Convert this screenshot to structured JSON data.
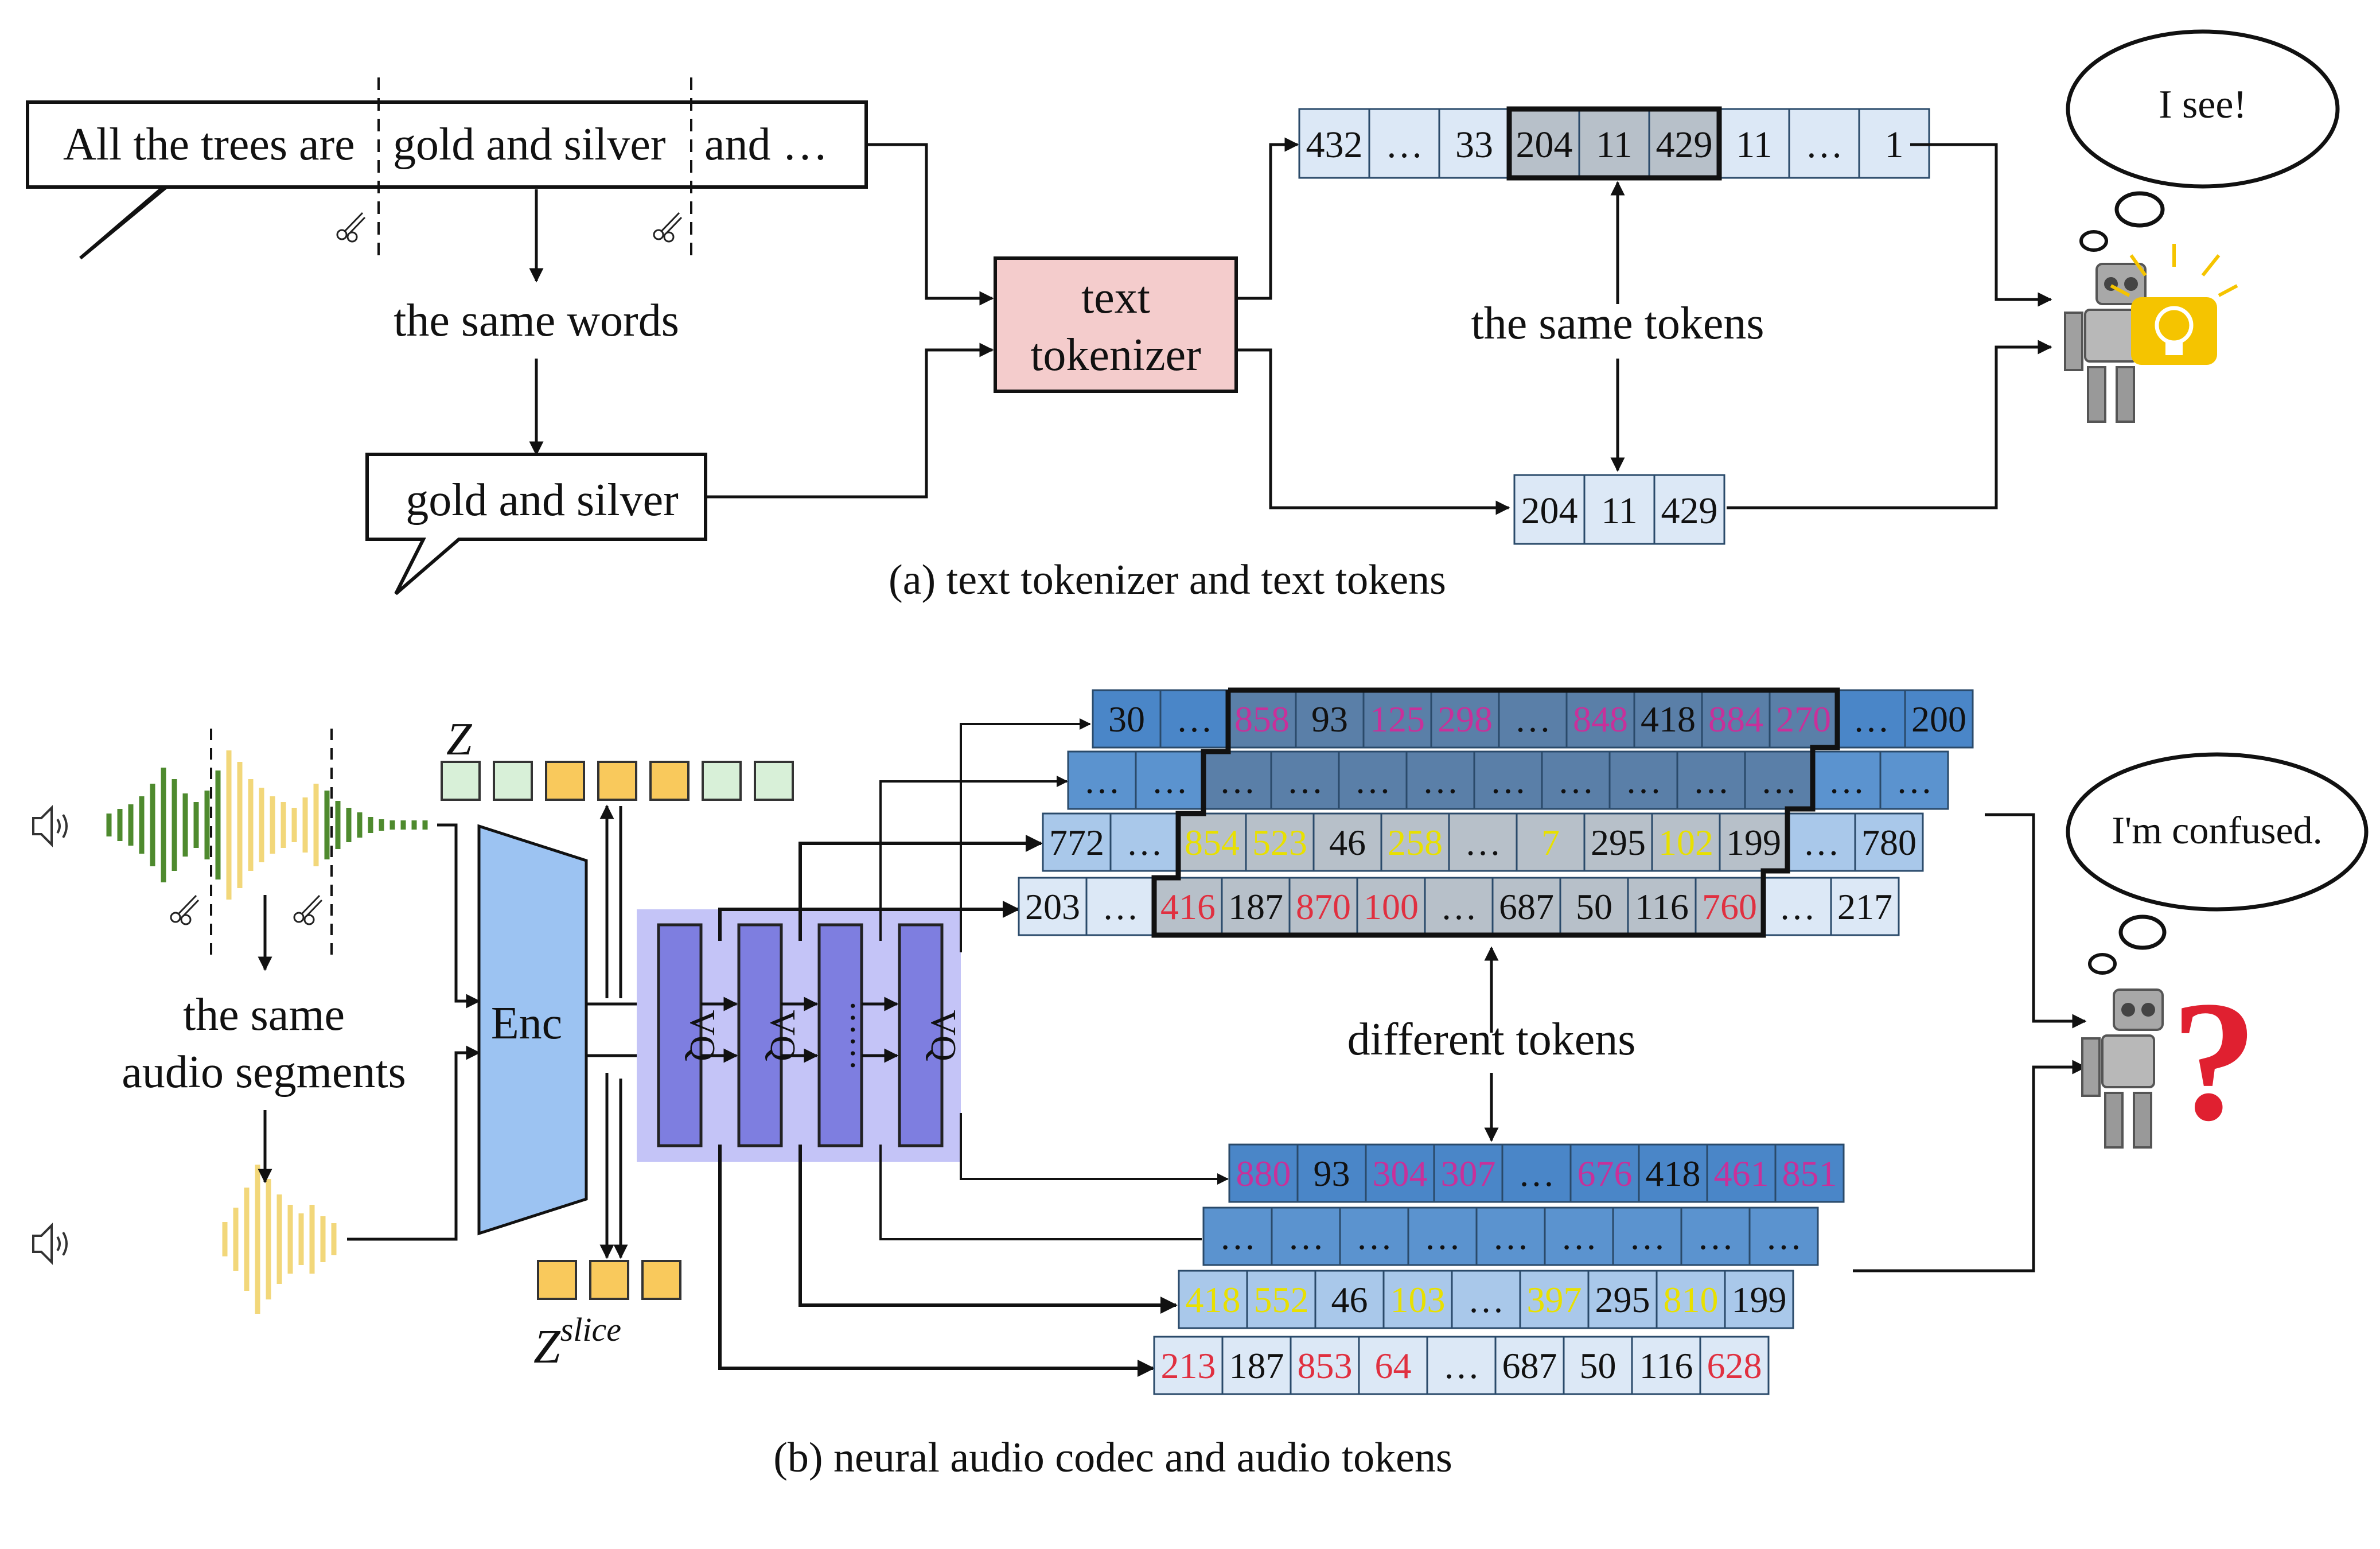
{
  "panel_a": {
    "sentence": {
      "part1": "All the trees are",
      "part2": "gold and silver",
      "part3": "and …"
    },
    "same_words_label": "the same words",
    "short_sentence": "gold and silver",
    "tokenizer_label": [
      "text",
      "tokenizer"
    ],
    "token_row_full": [
      "432",
      "…",
      "33",
      "204",
      "11",
      "429",
      "11",
      "…",
      "1"
    ],
    "token_row_short": [
      "204",
      "11",
      "429"
    ],
    "same_tokens_label": "the same tokens",
    "thought": "I see!",
    "caption": "(a) text tokenizer and text tokens"
  },
  "panel_b": {
    "same_segments_label": [
      "the same",
      "audio segments"
    ],
    "z_label": "Z",
    "z_slice_label": "Z",
    "z_slice_sup": "slice",
    "encoder_label": "Enc",
    "vq_labels": [
      "VQ",
      "VQ",
      "……",
      "VQ"
    ],
    "full_rows": [
      [
        {
          "t": "30",
          "c": "k"
        },
        {
          "t": "…",
          "c": "k"
        },
        {
          "t": "858",
          "c": "m"
        },
        {
          "t": "93",
          "c": "k"
        },
        {
          "t": "125",
          "c": "m"
        },
        {
          "t": "298",
          "c": "m"
        },
        {
          "t": "…",
          "c": "k"
        },
        {
          "t": "848",
          "c": "m"
        },
        {
          "t": "418",
          "c": "k"
        },
        {
          "t": "884",
          "c": "m"
        },
        {
          "t": "270",
          "c": "m"
        },
        {
          "t": "…",
          "c": "k"
        },
        {
          "t": "200",
          "c": "k"
        }
      ],
      [
        {
          "t": "…",
          "c": "k"
        },
        {
          "t": "…",
          "c": "k"
        },
        {
          "t": "…",
          "c": "k"
        },
        {
          "t": "…",
          "c": "k"
        },
        {
          "t": "…",
          "c": "k"
        },
        {
          "t": "…",
          "c": "k"
        },
        {
          "t": "…",
          "c": "k"
        },
        {
          "t": "…",
          "c": "k"
        },
        {
          "t": "…",
          "c": "k"
        },
        {
          "t": "…",
          "c": "k"
        },
        {
          "t": "…",
          "c": "k"
        },
        {
          "t": "…",
          "c": "k"
        },
        {
          "t": "…",
          "c": "k"
        }
      ],
      [
        {
          "t": "772",
          "c": "k"
        },
        {
          "t": "…",
          "c": "k"
        },
        {
          "t": "854",
          "c": "y"
        },
        {
          "t": "523",
          "c": "y"
        },
        {
          "t": "46",
          "c": "k"
        },
        {
          "t": "258",
          "c": "y"
        },
        {
          "t": "…",
          "c": "k"
        },
        {
          "t": "7",
          "c": "y"
        },
        {
          "t": "295",
          "c": "k"
        },
        {
          "t": "102",
          "c": "y"
        },
        {
          "t": "199",
          "c": "k"
        },
        {
          "t": "…",
          "c": "k"
        },
        {
          "t": "780",
          "c": "k"
        }
      ],
      [
        {
          "t": "203",
          "c": "k"
        },
        {
          "t": "…",
          "c": "k"
        },
        {
          "t": "416",
          "c": "r"
        },
        {
          "t": "187",
          "c": "k"
        },
        {
          "t": "870",
          "c": "r"
        },
        {
          "t": "100",
          "c": "r"
        },
        {
          "t": "…",
          "c": "k"
        },
        {
          "t": "687",
          "c": "k"
        },
        {
          "t": "50",
          "c": "k"
        },
        {
          "t": "116",
          "c": "k"
        },
        {
          "t": "760",
          "c": "r"
        },
        {
          "t": "…",
          "c": "k"
        },
        {
          "t": "217",
          "c": "k"
        }
      ]
    ],
    "slice_rows": [
      [
        {
          "t": "880",
          "c": "m"
        },
        {
          "t": "93",
          "c": "k"
        },
        {
          "t": "304",
          "c": "m"
        },
        {
          "t": "307",
          "c": "m"
        },
        {
          "t": "…",
          "c": "k"
        },
        {
          "t": "676",
          "c": "m"
        },
        {
          "t": "418",
          "c": "k"
        },
        {
          "t": "461",
          "c": "m"
        },
        {
          "t": "851",
          "c": "m"
        }
      ],
      [
        {
          "t": "…",
          "c": "k"
        },
        {
          "t": "…",
          "c": "k"
        },
        {
          "t": "…",
          "c": "k"
        },
        {
          "t": "…",
          "c": "k"
        },
        {
          "t": "…",
          "c": "k"
        },
        {
          "t": "…",
          "c": "k"
        },
        {
          "t": "…",
          "c": "k"
        },
        {
          "t": "…",
          "c": "k"
        },
        {
          "t": "…",
          "c": "k"
        }
      ],
      [
        {
          "t": "418",
          "c": "y"
        },
        {
          "t": "552",
          "c": "y"
        },
        {
          "t": "46",
          "c": "k"
        },
        {
          "t": "103",
          "c": "y"
        },
        {
          "t": "…",
          "c": "k"
        },
        {
          "t": "397",
          "c": "y"
        },
        {
          "t": "295",
          "c": "k"
        },
        {
          "t": "810",
          "c": "y"
        },
        {
          "t": "199",
          "c": "k"
        }
      ],
      [
        {
          "t": "213",
          "c": "r"
        },
        {
          "t": "187",
          "c": "k"
        },
        {
          "t": "853",
          "c": "r"
        },
        {
          "t": "64",
          "c": "r"
        },
        {
          "t": "…",
          "c": "k"
        },
        {
          "t": "687",
          "c": "k"
        },
        {
          "t": "50",
          "c": "k"
        },
        {
          "t": "116",
          "c": "k"
        },
        {
          "t": "628",
          "c": "r"
        }
      ]
    ],
    "different_tokens_label": "different tokens",
    "thought": "I'm confused.",
    "caption": "(b) neural audio codec and audio tokens"
  },
  "colors": {
    "token_light": "#dce8f6",
    "token_highlight": "#b7c0c9",
    "tokenizer_fill": "#f4cccc",
    "row_blue_1": "#4a86c8",
    "row_blue_2": "#5b93cf",
    "row_blue_3": "#a9c8ea",
    "row_blue_4": "#dce8f6",
    "encoder_fill": "#9cc3f2",
    "vq_fill": "#7e7ee0",
    "vq_panel": "#c4c4f7",
    "z_green": "#d8f0d8",
    "z_yellow": "#f9c95c",
    "wave_green": "#4e8a2e",
    "wave_yellow": "#f2d77a",
    "text_magenta": "#c8309a",
    "text_yellow": "#e8e000",
    "text_red": "#e03040",
    "bulb": "#f5c400",
    "question": "#e02030"
  },
  "icons": [
    "speaker-icon",
    "scissors-icon",
    "robot-icon",
    "lightbulb-icon",
    "question-mark-icon",
    "thought-bubble-icon"
  ]
}
